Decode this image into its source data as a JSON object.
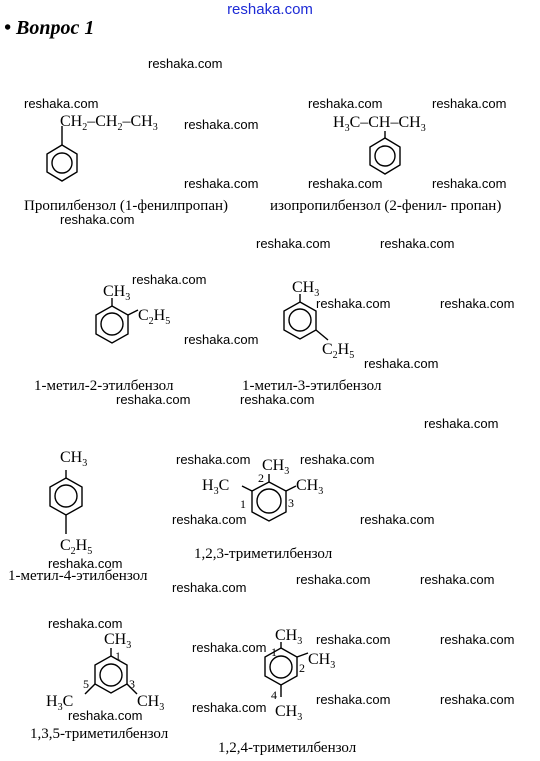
{
  "site": "reshaka.com",
  "heading": "• Вопрос 1",
  "watermark": "reshaka.com",
  "captions": {
    "propylbenzene": "Пропилбензол (1-фенилпропан)",
    "isopropylbenzene": "изопропилбензол (2-фенил- пропан)",
    "m12eb": "1-метил-2-этилбензол",
    "m13eb": "1-метил-3-этилбензол",
    "m14eb": "1-метил-4-этилбензол",
    "tmb123": "1,2,3-триметилбензол",
    "tmb135": "1,3,5-триметилбензол",
    "tmb124": "1,2,4-триметилбензол"
  },
  "labels": {
    "ch": "CH",
    "c": "C",
    "h": "H",
    "sub2": "2",
    "sub3": "3",
    "sub5": "5",
    "dash": "–",
    "n1": "1",
    "n2": "2",
    "n3": "3",
    "n4": "4",
    "n5": "5"
  }
}
